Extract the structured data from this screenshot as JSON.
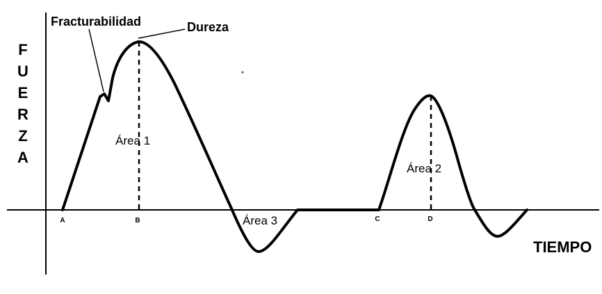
{
  "y_axis_letters": [
    "F",
    "U",
    "E",
    "R",
    "Z",
    "A"
  ],
  "x_axis_label": "TIEMPO",
  "annotations": {
    "fracturabilidad": "Fracturabilidad",
    "dureza": "Dureza"
  },
  "areas": [
    "Área 1",
    "Área 2",
    "Área 3"
  ],
  "points": [
    "A",
    "B",
    "C",
    "D"
  ],
  "colors": {
    "line": "#000000",
    "background": "#ffffff"
  }
}
